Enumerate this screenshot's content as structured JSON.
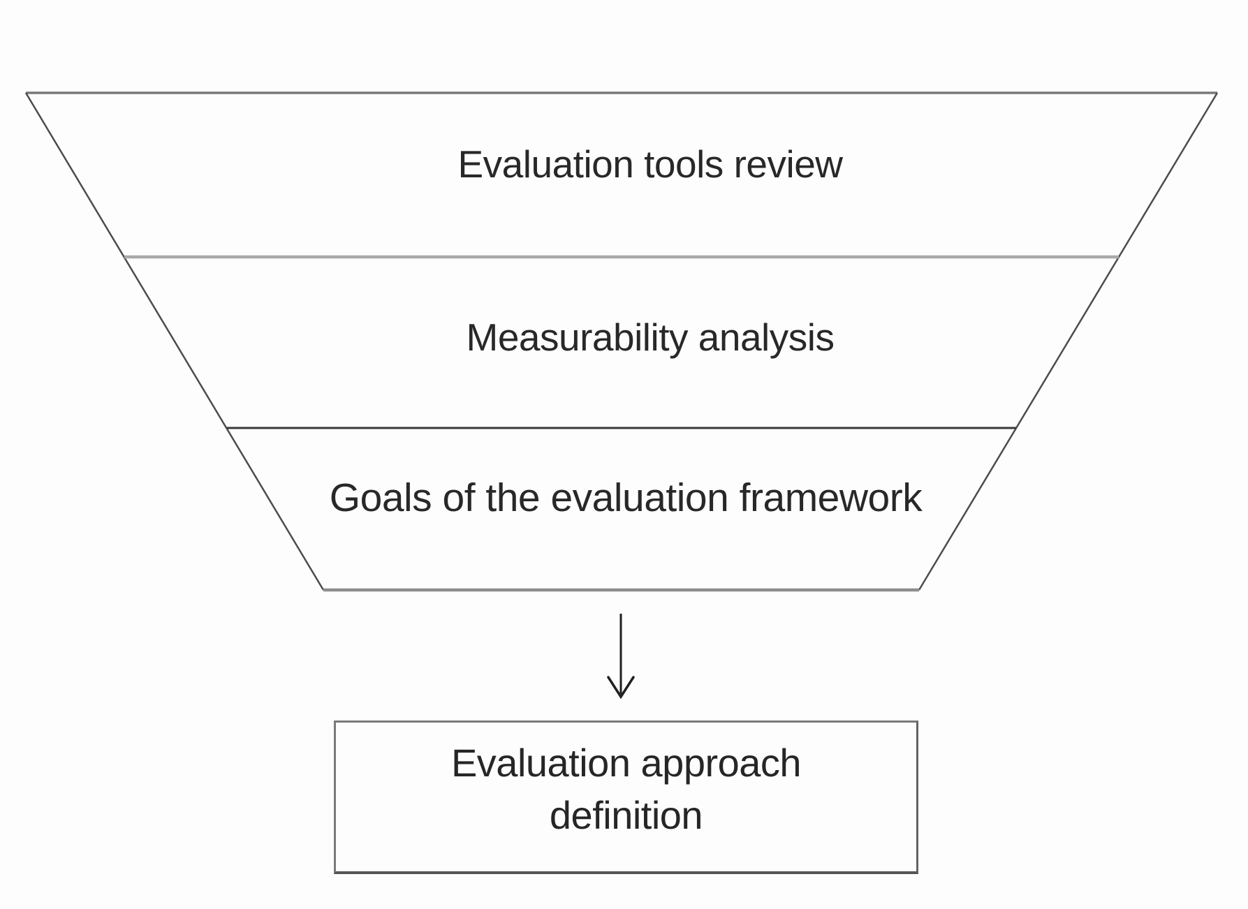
{
  "diagram": {
    "type": "inverted-funnel-flow",
    "funnel": {
      "levels": [
        {
          "label": "Evaluation tools review"
        },
        {
          "label": "Measurability analysis"
        },
        {
          "label": "Goals of the evaluation framework"
        }
      ]
    },
    "arrow": {
      "icon": "down-arrow-icon",
      "direction": "down"
    },
    "result_box": {
      "label_lines": [
        "Evaluation approach",
        "definition"
      ]
    },
    "colors": {
      "background": "#fdfdfd",
      "text": "#262626",
      "funnel_diagonals": "#4c4c4c",
      "funnel_top_edge": "#787878",
      "funnel_bottom_edge": "#8d8d8d",
      "divider_light": "#a9a9a9",
      "divider_dark": "#383838",
      "box_border": "#6e6e6e",
      "arrow": "#1f1f1f"
    }
  }
}
